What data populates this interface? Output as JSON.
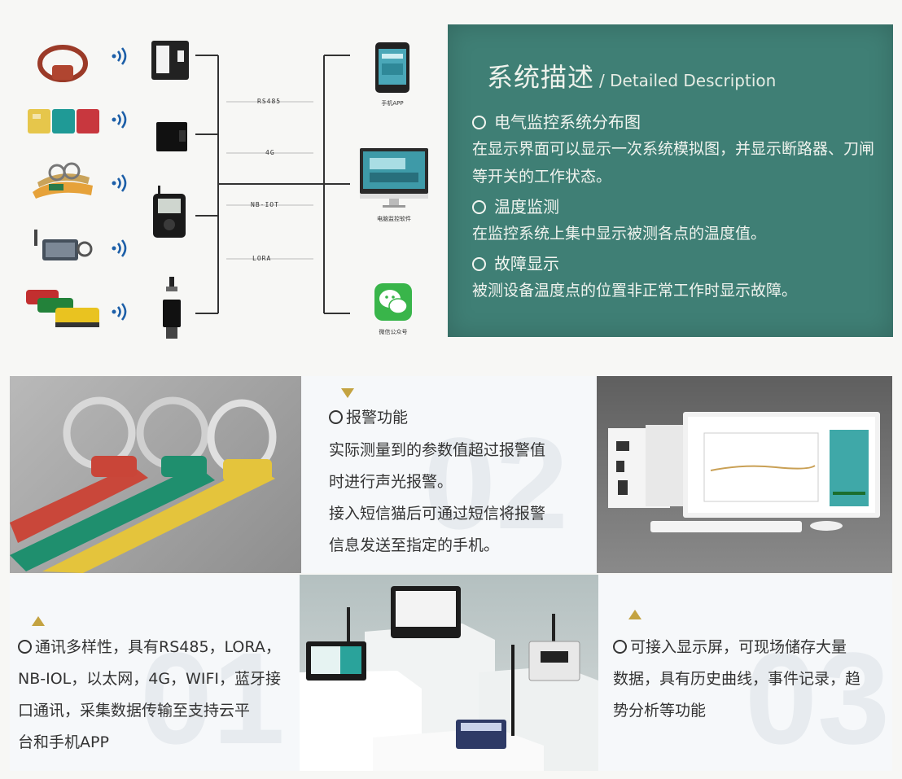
{
  "diagram": {
    "connections": [
      "RS485",
      "4G",
      "NB-IOT",
      "LORA"
    ],
    "clients": [
      "手机APP",
      "电脑监控软件",
      "微信公众号"
    ]
  },
  "description": {
    "title_cn": "系统描述",
    "title_en": "/ Detailed Description",
    "items": [
      {
        "head": "电气监控系统分布图",
        "body": "在显示界面可以显示一次系统模拟图，并显示断路器、刀闸等开关的工作状态。"
      },
      {
        "head": "温度监测",
        "body": "在监控系统上集中显示被测各点的温度值。"
      },
      {
        "head": "故障显示",
        "body": "被测设备温度点的位置非正常工作时显示故障。"
      }
    ]
  },
  "alarm_panel": {
    "head": "报警功能",
    "lines": [
      "实际测量到的参数值超过报警值",
      "时进行声光报警。",
      "接入短信猫后可通过短信将报警",
      "信息发送至指定的手机。"
    ],
    "watermark": "02"
  },
  "comm_panel": {
    "lines": [
      "通讯多样性，具有RS485，LORA，",
      "NB-IOL，以太网，4G，WIFI，蓝牙接",
      "口通讯，采集数据传输至支持云平",
      "台和手机APP"
    ],
    "watermark": "01"
  },
  "display_panel": {
    "lines": [
      "可接入显示屏，可现场储存大量",
      "数据，具有历史曲线，事件记录，趋",
      "势分析等功能"
    ],
    "watermark": "03"
  },
  "colors": {
    "teal": "#3f7f75",
    "accent": "#c4a341"
  }
}
